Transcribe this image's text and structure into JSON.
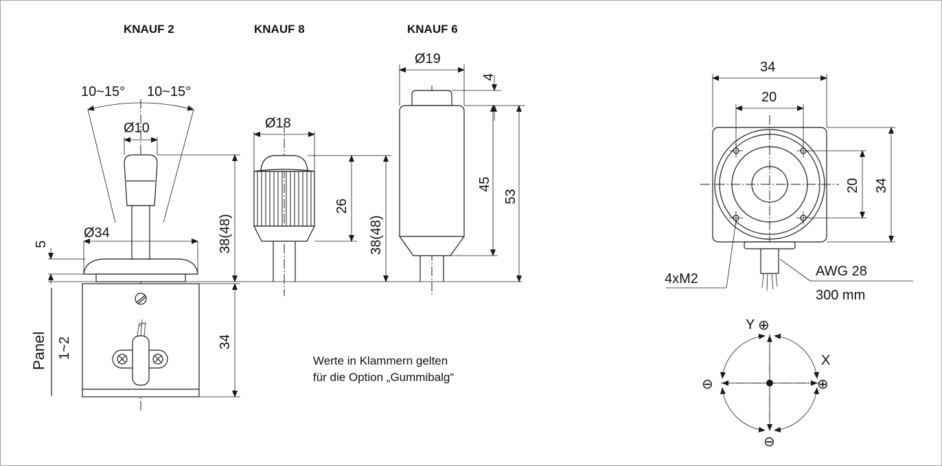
{
  "headers": {
    "knauf2": "KNAUF 2",
    "knauf8": "KNAUF 8",
    "knauf6": "KNAUF 6"
  },
  "dims": {
    "angle_left": "10~15°",
    "angle_right": "10~15°",
    "d10": "Ø10",
    "d34": "Ø34",
    "d5": "5",
    "h38_48_a": "38(48)",
    "panel": "Panel",
    "panel_range": "1~2",
    "h34_body": "34",
    "d18": "Ø18",
    "h26": "26",
    "h38_48_b": "38(48)",
    "d19": "Ø19",
    "h4": "4",
    "h45": "45",
    "h53": "53",
    "w34_top": "34",
    "w20_top": "20",
    "h20_side": "20",
    "h34_side": "34",
    "screw": "4xM2",
    "awg": "AWG 28",
    "length": "300 mm"
  },
  "note": {
    "line1": "Werte in Klammern gelten",
    "line2": "für die Option „Gummibalg“"
  },
  "axes": {
    "y_label": "Y",
    "x_label": "X",
    "plus": "⊕",
    "minus": "⊖"
  }
}
